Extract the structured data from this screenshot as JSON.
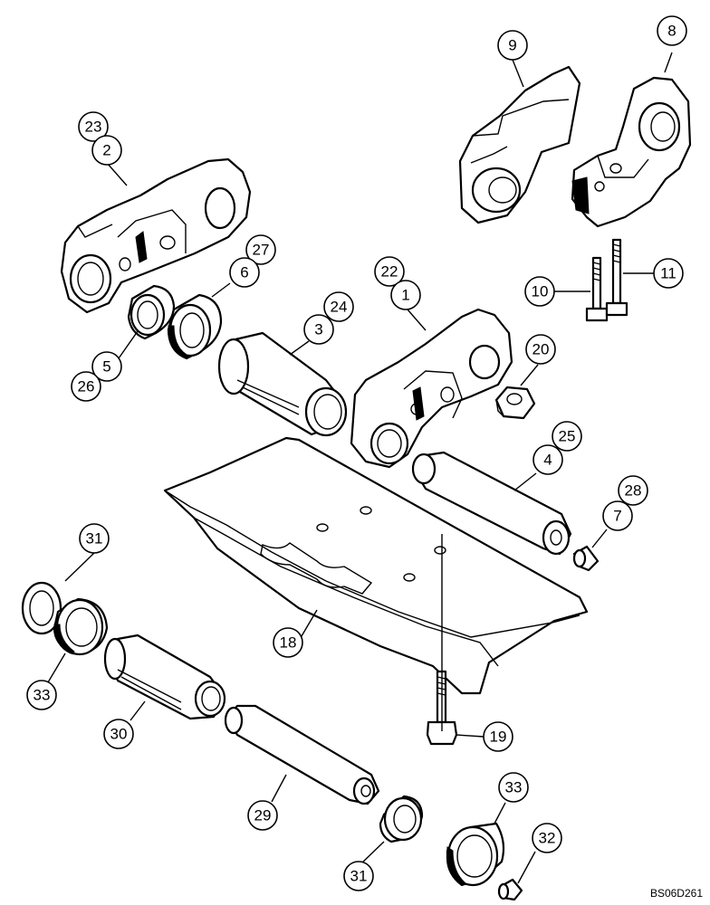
{
  "figure_ref": "BS06D261",
  "callouts": [
    {
      "id": "c23",
      "label": "23"
    },
    {
      "id": "c2",
      "label": "2"
    },
    {
      "id": "c9",
      "label": "9"
    },
    {
      "id": "c8",
      "label": "8"
    },
    {
      "id": "c27",
      "label": "27"
    },
    {
      "id": "c6",
      "label": "6"
    },
    {
      "id": "c5",
      "label": "5"
    },
    {
      "id": "c26",
      "label": "26"
    },
    {
      "id": "c24",
      "label": "24"
    },
    {
      "id": "c3",
      "label": "3"
    },
    {
      "id": "c22",
      "label": "22"
    },
    {
      "id": "c1",
      "label": "1"
    },
    {
      "id": "c10",
      "label": "10"
    },
    {
      "id": "c11",
      "label": "11"
    },
    {
      "id": "c20",
      "label": "20"
    },
    {
      "id": "c25",
      "label": "25"
    },
    {
      "id": "c4",
      "label": "4"
    },
    {
      "id": "c28",
      "label": "28"
    },
    {
      "id": "c7",
      "label": "7"
    },
    {
      "id": "c31a",
      "label": "31"
    },
    {
      "id": "c33a",
      "label": "33"
    },
    {
      "id": "c18",
      "label": "18"
    },
    {
      "id": "c30",
      "label": "30"
    },
    {
      "id": "c19",
      "label": "19"
    },
    {
      "id": "c29",
      "label": "29"
    },
    {
      "id": "c31b",
      "label": "31"
    },
    {
      "id": "c33b",
      "label": "33"
    },
    {
      "id": "c32",
      "label": "32"
    }
  ]
}
